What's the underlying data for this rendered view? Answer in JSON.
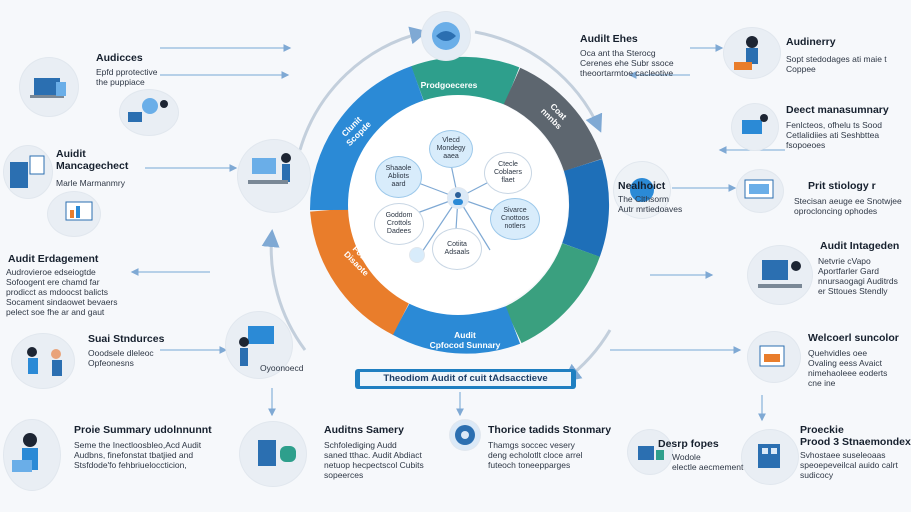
{
  "colors": {
    "blue": "#2b8ad6",
    "teal": "#2e9f8c",
    "gray": "#5d666f",
    "orange": "#e97d2b",
    "darkblue": "#1e6fb8",
    "green": "#3aa07f",
    "connector": "#8fb7dc"
  },
  "center": {
    "segments": [
      "Prodgoeceres",
      "Audit\nCpfocod Sunnary",
      "Coat\nnnnbs",
      "Clunit\nScopde",
      "Foudtt\nDisaote"
    ],
    "nodes": [
      "Vlecd\nMondegy\naaea",
      "Shaaole\nAbliots\naard",
      "Ctecle\nCoblaers\nflaet",
      "Goddom\nCrottols\nDadees",
      "Sivarce\nCnottoos\nnotlers",
      "Cotiita\nAdsaals"
    ],
    "banner": "Theodiom Audit of cuit tAdsacctieve"
  },
  "left": [
    {
      "title": "Audicces",
      "body": "Epfd pprotective\nthe puppiace"
    },
    {
      "title": "Auidit\nMancagechect",
      "body": "Marle Marmanmry"
    },
    {
      "title": "Audit Erdagement",
      "body": "Audrovieroe edseiogtde\nSofoogent ere chamd far\nprodicct as mdoocst balicts\nSocament sindaowet bevaers\npelect soe fhe ar and gaut"
    },
    {
      "title": "Suai Stndurces",
      "body": "Ooodsele dleleoc\nOpfeonesns"
    },
    {
      "title": "Proie Summary udolnnunnt",
      "body": "Seme the Inectloosbleo,Acd Audit\nAudbns, finefonstat tbatjied and\nStsfdode'fo fehbriueloccticion,"
    }
  ],
  "middle": [
    {
      "title": "Auditns Samery",
      "body": "Schfolediging Audd\nsaned tthac. Audit Abdiact\nnetuop hecpectscol Cubits\nsopeerces"
    },
    {
      "title": "Thorice tadids Stonmary",
      "body": "Thamgs soccec vesery\ndeng echolotlt cloce arrel\nfuteoch toneepparges"
    }
  ],
  "mid_labels": [
    "Oyoonoecd"
  ],
  "top_center": {
    "title": "Audilt Ehes",
    "body": "Oca ant tha Sterocg\nCerenes ehe Subr ssoce\ntheoortarmtoe cacleotive"
  },
  "right": [
    {
      "title": "Audinerry",
      "body": "Sopt stedodages ati maie t\nCoppee"
    },
    {
      "title": "Deect manasumnary",
      "body": "Fenlcteos, ofhelu ts Sood\nCetlalidiies ati Seshbttea\nfsopoeoes"
    },
    {
      "title": "Nealhoict",
      "body": "The Clthsorm\nAutr mrtiedoaves"
    },
    {
      "title": "Prit stiology r",
      "body": "Stecisan aeuge ee Snotwjee\noprocloncing ophodes"
    },
    {
      "title": "Audit Intageden",
      "body": "Netvrie cVapo\nAportfarler Gard\nnnursaogagi Auditrds\ner Sttoues Stendly"
    },
    {
      "title": "Welcoerl suncolor",
      "body": "Quehvidles oee\nOvaling eess Avaict\nnimehaoleee eoderts\ncne ine"
    },
    {
      "title": "Desrp fopes",
      "body": "Wodole\nelectle aecmement"
    },
    {
      "title": "Proeckie\nProod 3 Stnaemondex",
      "body": "Svhostaee suseleoaas\nspeoepeveilcal auido calrt\nsudicocy"
    }
  ]
}
